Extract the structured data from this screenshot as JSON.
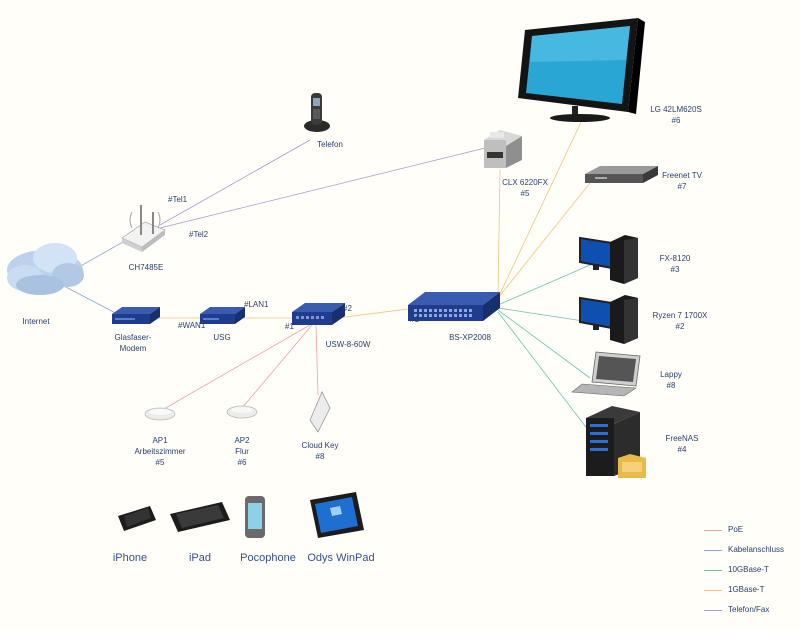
{
  "colors": {
    "poe": "#f0a0a0",
    "cable": "#8ea6d8",
    "tengig": "#6cc4b0",
    "gig": "#f4c27c",
    "phone": "#a99ad0"
  },
  "nodes": {
    "internet": {
      "label": "Internet",
      "icon": "cloud-icon"
    },
    "modem": {
      "label": "Glasfaser-\nModem",
      "icon": "modem-icon"
    },
    "usg": {
      "label": "USG",
      "icon": "router-icon"
    },
    "ch7485e": {
      "label": "CH7485E",
      "icon": "wifi-router-icon"
    },
    "telefon": {
      "label": "Telefon",
      "icon": "phone-icon"
    },
    "usw": {
      "label": "USW-8-60W",
      "icon": "switch-icon"
    },
    "bsxp": {
      "label": "BS-XP2008",
      "icon": "switch-icon"
    },
    "ap1": {
      "label": "AP1\nArbeitszimmer\n#5",
      "icon": "access-point-icon"
    },
    "ap2": {
      "label": "AP2\nFlur\n#6",
      "icon": "access-point-icon"
    },
    "cloudkey": {
      "label": "Cloud Key\n#8",
      "icon": "cloud-key-icon"
    },
    "printer": {
      "label": "CLX 6220FX\n#5",
      "icon": "printer-icon"
    },
    "tv": {
      "label": "LG 42LM620S\n#6",
      "icon": "monitor-icon"
    },
    "receiver": {
      "label": "Freenet TV\n#7",
      "icon": "receiver-icon"
    },
    "fx": {
      "label": "FX-8120\n#3",
      "icon": "desktop-pc-icon"
    },
    "ryzen": {
      "label": "Ryzen 7 1700X\n#2",
      "icon": "desktop-pc-icon"
    },
    "lappy": {
      "label": "Lappy\n#8",
      "icon": "laptop-icon"
    },
    "freenas": {
      "label": "FreeNAS\n#4",
      "icon": "server-icon"
    }
  },
  "ports": {
    "tel1": "#Tel1",
    "tel2": "#Tel2",
    "wan1": "#WAN1",
    "lan1": "#LAN1",
    "usw1": "#1",
    "usw2": "#2",
    "bs1": "#1"
  },
  "devices": [
    {
      "label": "iPhone",
      "icon": "smartphone-icon"
    },
    {
      "label": "iPad",
      "icon": "tablet-icon"
    },
    {
      "label": "Pocophone",
      "icon": "smartphone-icon"
    },
    {
      "label": "Odys WinPad",
      "icon": "tablet-icon"
    }
  ],
  "legend": [
    {
      "label": "PoE",
      "color": "#f0a0a0"
    },
    {
      "label": "Kabelanschluss",
      "color": "#8ea6d8"
    },
    {
      "label": "10GBase-T",
      "color": "#6cc4b0"
    },
    {
      "label": "1GBase-T",
      "color": "#f4c27c"
    },
    {
      "label": "Telefon/Fax",
      "color": "#a99ad0"
    }
  ]
}
